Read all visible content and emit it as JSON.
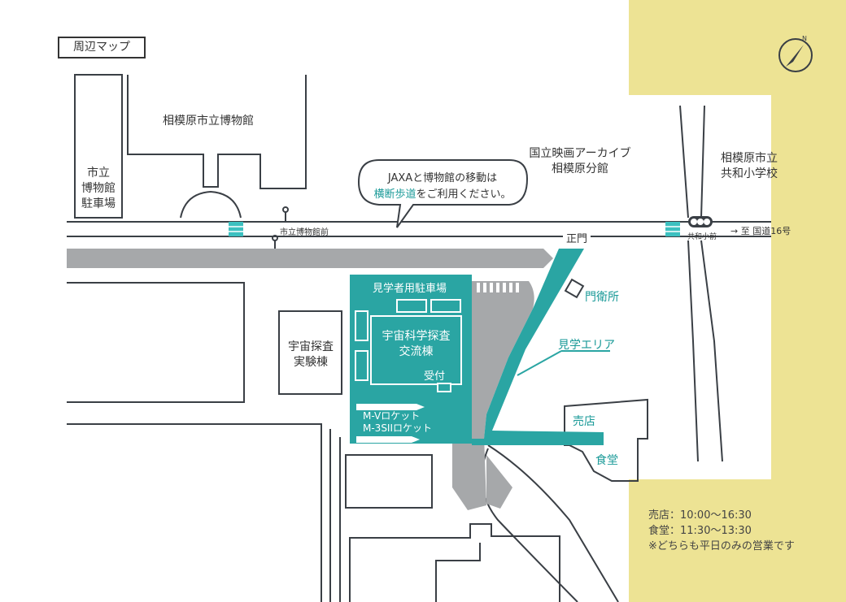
{
  "title": "周辺マップ",
  "buildings": {
    "museum": "相模原市立博物館",
    "museum_parking": [
      "市立",
      "博物館",
      "駐車場"
    ],
    "film_archive": [
      "国立映画アーカイブ",
      "相模原分館"
    ],
    "school": [
      "相模原市立",
      "共和小学校"
    ],
    "exploration_lab": [
      "宇宙探査",
      "実験棟"
    ],
    "exchange_building": [
      "宇宙科学探査",
      "交流棟"
    ],
    "reception": "受付",
    "visitor_parking": "見学者用駐車場",
    "guard_house": "門衛所",
    "shop": "売店",
    "cafeteria": "食堂"
  },
  "callout": {
    "line1": "JAXAと博物館の移動は",
    "line2_highlight": "横断歩道",
    "line2_rest": "をご利用ください。"
  },
  "labels": {
    "bus_stop_museum": "市立博物館前",
    "main_gate": "正門",
    "tour_area": "見学エリア",
    "rocket_mv": "M-Vロケット",
    "rocket_m3s2": "M-3SIIロケット",
    "intersection": "共和小前",
    "route16": "→ 至 国道16号"
  },
  "hours": {
    "shop": "売店：10:00〜16:30",
    "cafeteria": "食堂：11:30〜13:30",
    "note": "※どちらも平日のみの営業です"
  },
  "icons": {
    "compass": "compass-north-icon",
    "bus_stop": "bus-stop-icon",
    "crosswalk": "crosswalk-icon",
    "traffic_light": "traffic-light-icon",
    "rocket": "rocket-icon"
  },
  "colors": {
    "teal": "#2aa5a3",
    "road_gray": "#a6a8aa",
    "outline": "#3a3f45",
    "yellow_band": "#ede394",
    "crosswalk": "#3cc0c0"
  }
}
